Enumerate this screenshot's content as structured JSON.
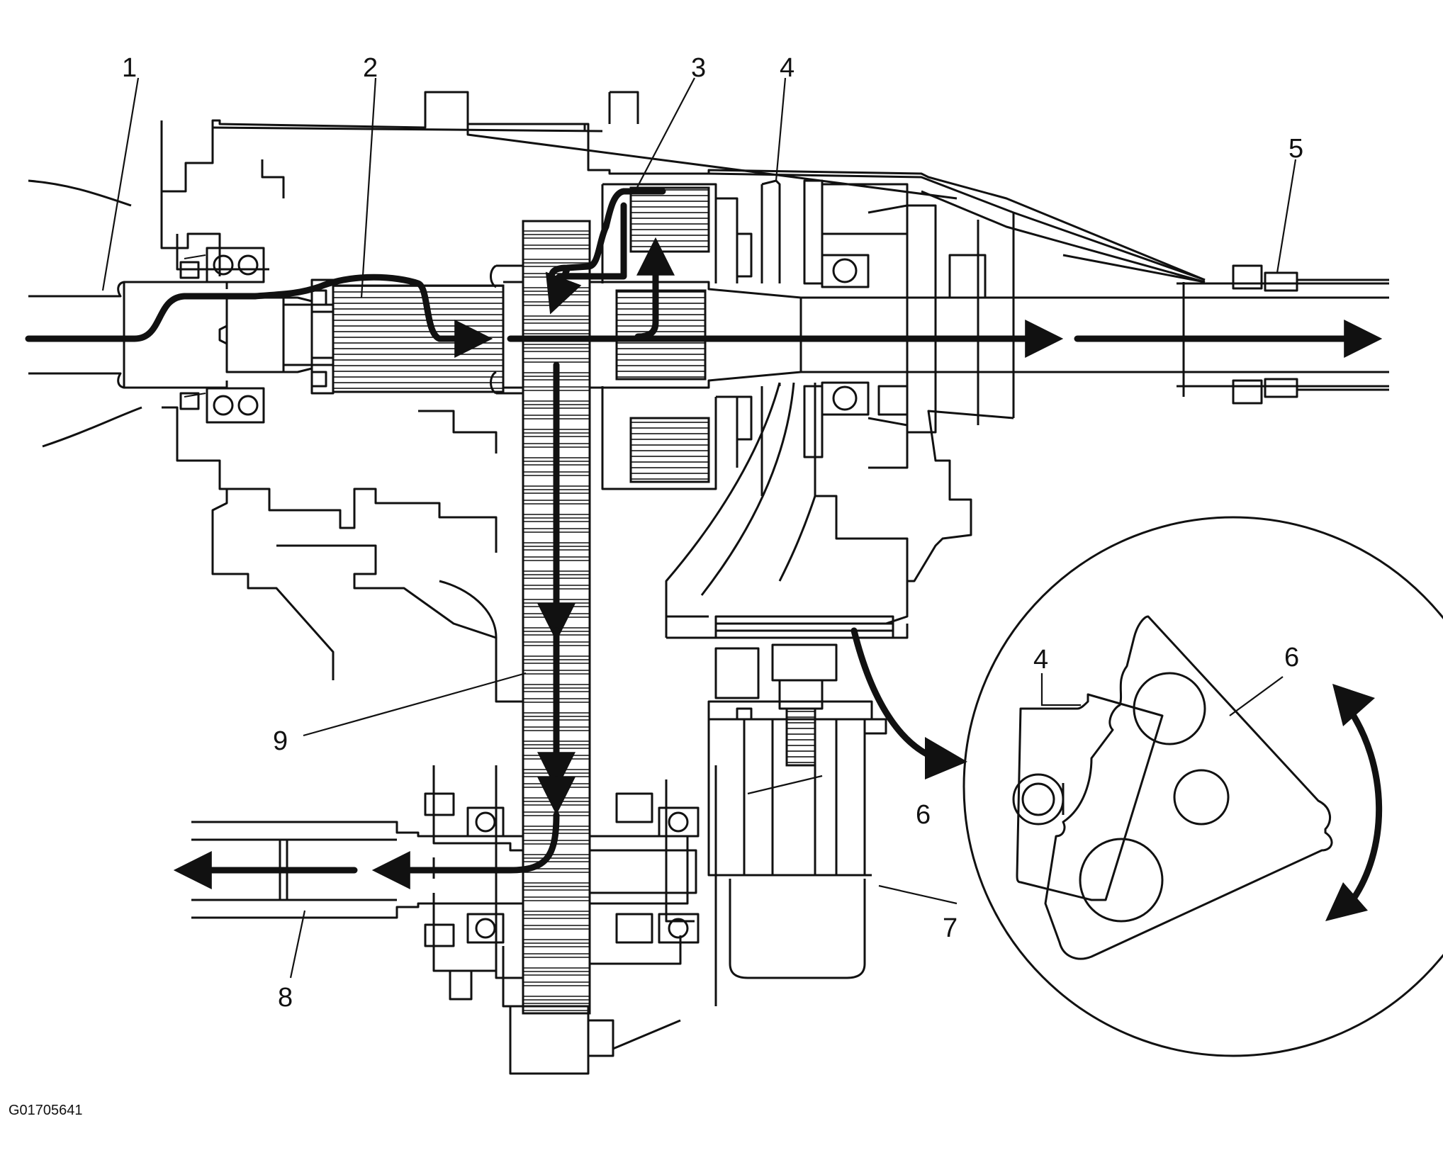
{
  "callouts": {
    "c1": "1",
    "c2": "2",
    "c3": "3",
    "c4": "4",
    "c5": "5",
    "c6": "6",
    "c7": "7",
    "c8": "8",
    "c9": "9",
    "inset_c4": "4",
    "inset_c6": "6"
  },
  "figure_code": "G01705641"
}
